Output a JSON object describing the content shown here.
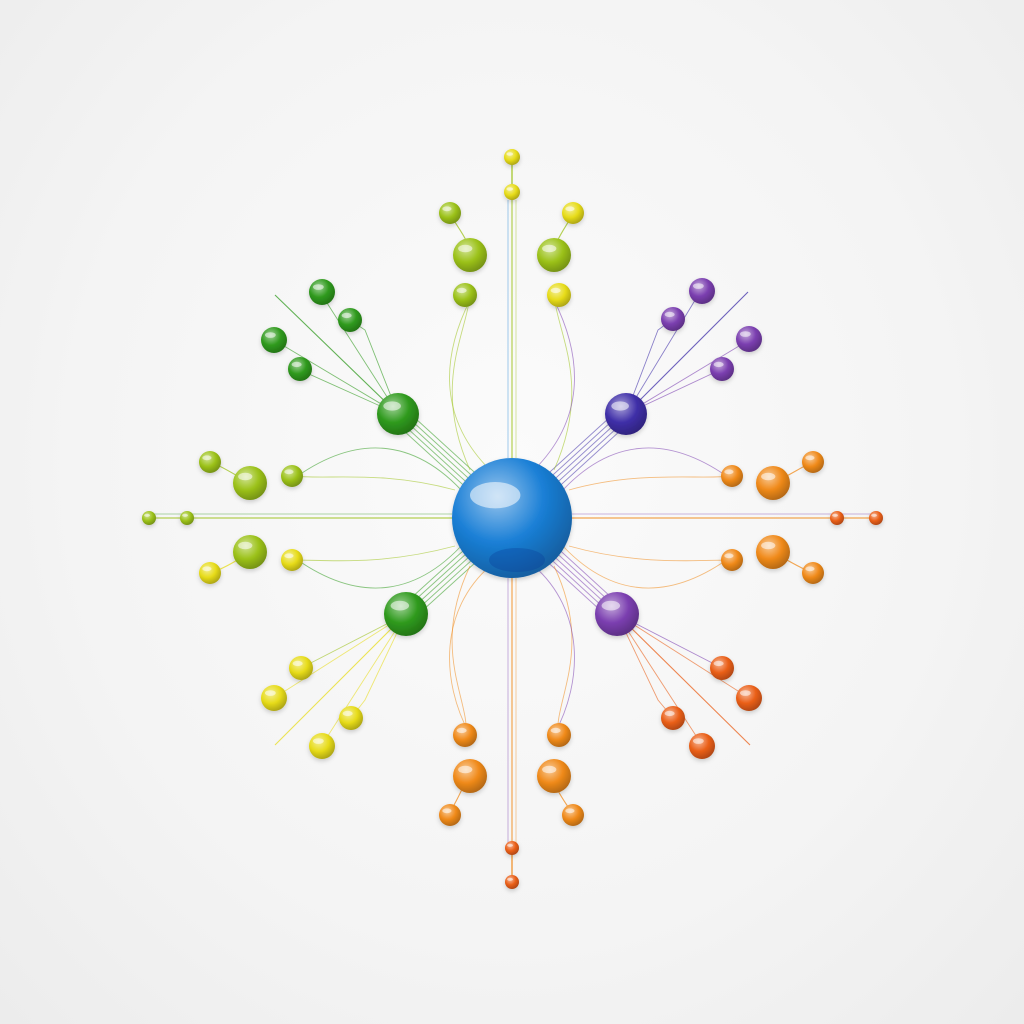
{
  "diagram": {
    "type": "radial-network",
    "colors": {
      "hub": "#1a7fd6",
      "hub_light": "#5fd2ff",
      "hub_dark": "#0b4fb0",
      "green": "#2f9a1d",
      "lime": "#9cc21a",
      "yellow": "#e7dc1a",
      "orange": "#f08a1a",
      "red_orange": "#ea5f18",
      "purple": "#7b3fb0",
      "indigo": "#3f2fa8"
    },
    "hub": {
      "name": "central-hub",
      "color": "hub"
    },
    "clusters": [
      {
        "name": "upper-left",
        "color": "green",
        "leaf_color": "green",
        "leaf_count": 4
      },
      {
        "name": "upper-right",
        "color": "indigo",
        "leaf_color": "purple",
        "leaf_count": 4
      },
      {
        "name": "lower-left",
        "color": "green",
        "leaf_color": "yellow",
        "leaf_count": 4
      },
      {
        "name": "lower-right",
        "color": "purple",
        "leaf_color": "red_orange",
        "leaf_count": 4
      }
    ],
    "branches": [
      {
        "name": "top",
        "color": "lime"
      },
      {
        "name": "left",
        "color": "lime"
      },
      {
        "name": "right",
        "color": "orange"
      },
      {
        "name": "bottom",
        "color": "orange"
      }
    ]
  }
}
